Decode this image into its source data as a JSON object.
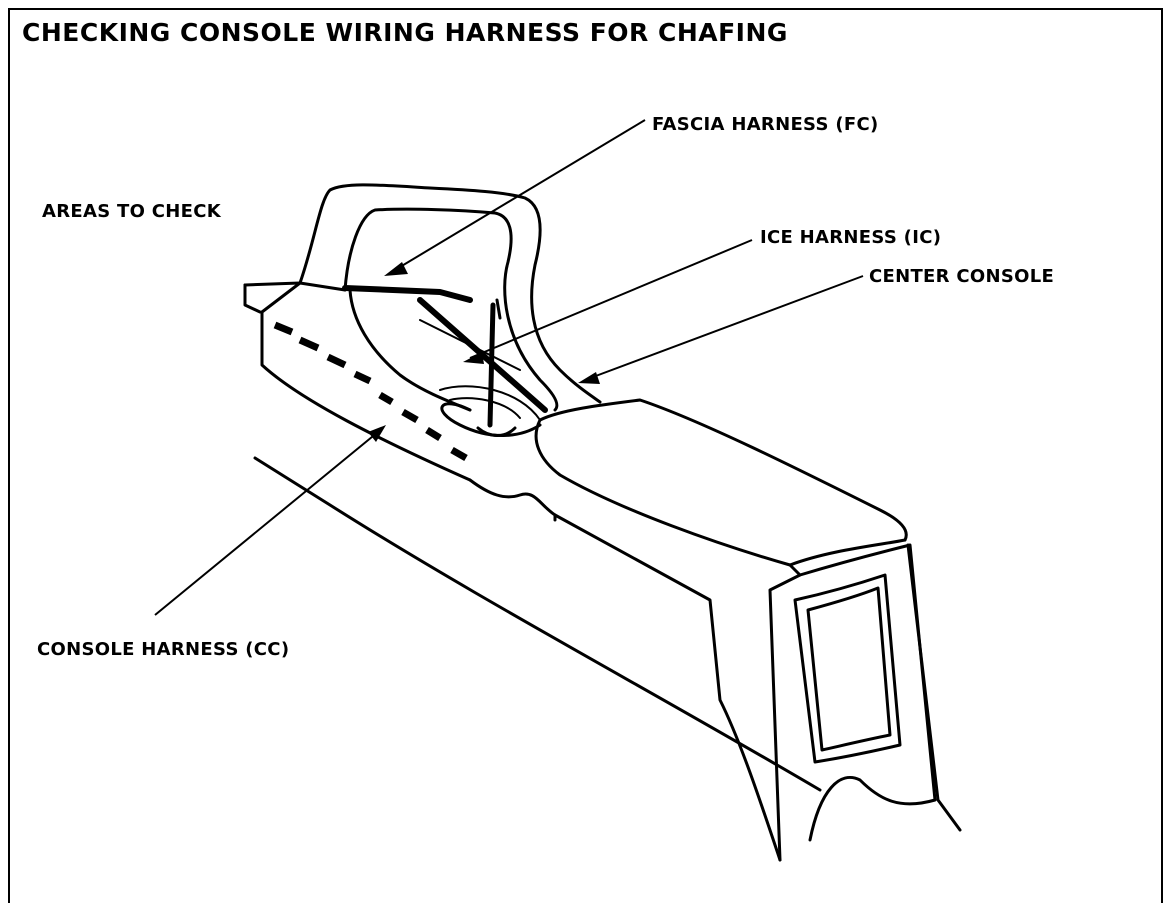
{
  "title": "CHECKING CONSOLE WIRING HARNESS FOR CHAFING",
  "labels": {
    "areas_to_check": "AREAS TO CHECK",
    "fascia_harness": "FASCIA HARNESS (FC)",
    "ice_harness": "ICE HARNESS (IC)",
    "center_console": "CENTER CONSOLE",
    "console_harness": "CONSOLE HARNESS (CC)"
  }
}
